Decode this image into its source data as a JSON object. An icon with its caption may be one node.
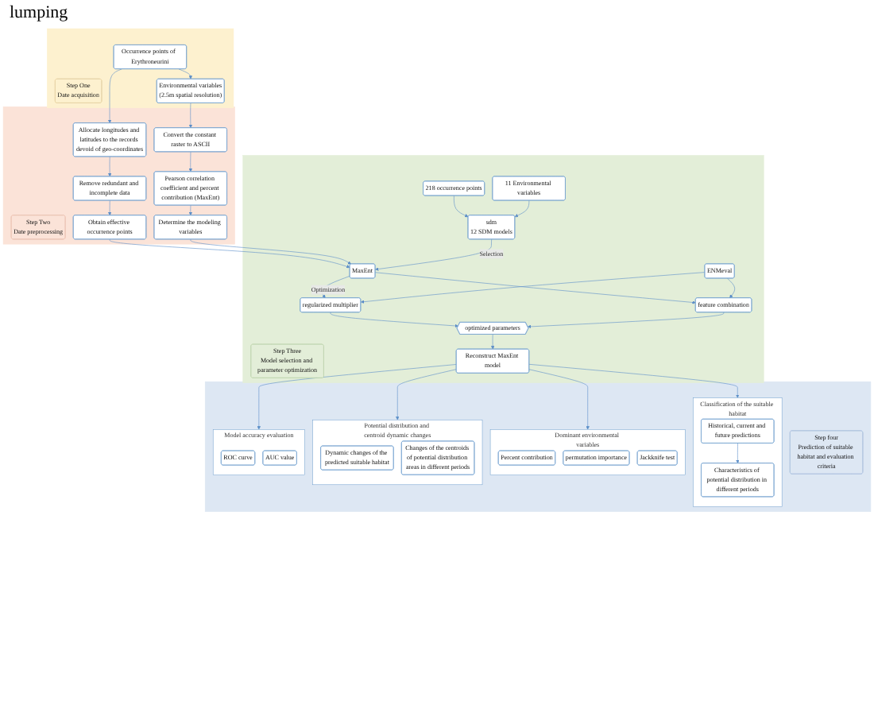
{
  "diagram": {
    "nodes": [
      {
        "text": [],
        "shape": "band"
      },
      {
        "text": [
          "Step One",
          "Date acquisition"
        ],
        "in": 0
      },
      {
        "text": [
          "Occurrence points of  Erythroneurini"
        ],
        "in": 0
      },
      {
        "text": [
          "Environmental variables",
          "(2.5m spatial resolution)"
        ],
        "in": 0
      },
      {
        "text": [],
        "shape": "band"
      },
      {
        "text": [
          "Step Two",
          "Date preprocessing"
        ],
        "in": 4
      },
      {
        "text": [
          "Allocate longitudes and latitudes to the records devoid of geo-coordinates"
        ],
        "in": 4
      },
      {
        "text": [
          "Convert the constant raster to ASCII"
        ],
        "in": 4
      },
      {
        "text": [
          "Remove redundant and incomplete data"
        ],
        "in": 4
      },
      {
        "text": [
          "Pearson correlation coefficient and percent contribution (MaxEnt)"
        ],
        "in": 4
      },
      {
        "text": [
          "Obtain effective occurrence points"
        ],
        "in": 4
      },
      {
        "text": [
          "Determine the modeling variables"
        ],
        "in": 4
      },
      {
        "text": [],
        "shape": "band"
      },
      {
        "text": [
          "Step Three",
          "Model selection and parameter optimization"
        ],
        "in": 12
      },
      {
        "text": [
          "218 occurrence points"
        ],
        "in": 12
      },
      {
        "text": [
          "11 Environmental variables"
        ],
        "in": 12
      },
      {
        "text": [
          "sdm",
          "12 SDM models"
        ],
        "in": 12
      },
      {
        "text": [
          "MaxEnt"
        ],
        "in": 12
      },
      {
        "text": [
          "ENMeval"
        ],
        "in": 12
      },
      {
        "text": [
          "regularized multiplier"
        ],
        "in": 12
      },
      {
        "text": [
          "feature combination"
        ],
        "in": 12
      },
      {
        "text": [
          "optimized parameters"
        ],
        "in": 12
      },
      {
        "text": [
          "Reconstruct MaxEnt model"
        ],
        "in": 12
      },
      {
        "text": [],
        "shape": "band"
      },
      {
        "text": [
          "Step four",
          "Prediction of suitable habitat and evaluation criteria"
        ],
        "in": 23
      },
      {
        "text": [
          "Classification of the suitable habitat"
        ],
        "in": 23
      },
      {
        "text": [
          "Historical, current and future predictions"
        ],
        "in": 25
      },
      {
        "text": [
          "Characteristics of potential distribution in different periods"
        ],
        "in": 25
      },
      {
        "text": [
          "Dominant environmental variables"
        ],
        "in": 23
      },
      {
        "text": [
          "Percent contribution"
        ],
        "in": 28
      },
      {
        "text": [
          "permutation importance"
        ],
        "in": 28
      },
      {
        "text": [
          "Jackknife test"
        ],
        "in": 28
      },
      {
        "text": [
          "Potential distribution and centroid dynamic changes"
        ],
        "in": 23
      },
      {
        "text": [
          "Dynamic changes of the predicted suitable habitat"
        ],
        "in": 32
      },
      {
        "text": [
          "Changes of the centroids of potential distribution areas in different periods"
        ],
        "in": 32
      },
      {
        "text": [
          "Model accuracy evaluation"
        ],
        "in": 23
      },
      {
        "text": [
          "ROC curve"
        ],
        "in": 35
      },
      {
        "text": [
          "AUC value"
        ],
        "in": 35
      }
    ],
    "edges": [
      {
        "from": 2,
        "to": 3,
        "arrow": "to"
      },
      {
        "from": 2,
        "to": 6,
        "arrow": "to"
      },
      {
        "from": 3,
        "to": 7,
        "arrow": "to"
      },
      {
        "from": 6,
        "to": 8,
        "arrow": "to"
      },
      {
        "from": 8,
        "to": 10,
        "arrow": "to"
      },
      {
        "from": 7,
        "to": 9,
        "arrow": "to"
      },
      {
        "from": 9,
        "to": 11,
        "arrow": "to"
      },
      {
        "from": 10,
        "to": 17,
        "arrow": "to"
      },
      {
        "from": 11,
        "to": 17,
        "arrow": "to"
      },
      {
        "from": 14,
        "to": 16,
        "arrow": "to"
      },
      {
        "from": 15,
        "to": 16,
        "arrow": "to"
      },
      {
        "from": 16,
        "to": 17,
        "label": "Selection",
        "arrow": "to"
      },
      {
        "from": 17,
        "to": 19,
        "label": "Optimization",
        "arrow": "to"
      },
      {
        "from": 17,
        "to": 20,
        "arrow": "to"
      },
      {
        "from": 18,
        "to": 19,
        "arrow": "to"
      },
      {
        "from": 18,
        "to": 20,
        "arrow": "to"
      },
      {
        "from": 19,
        "to": 21,
        "arrow": "to"
      },
      {
        "from": 20,
        "to": 21,
        "arrow": "to"
      },
      {
        "from": 21,
        "to": 22,
        "arrow": "to"
      },
      {
        "from": 22,
        "to": 25,
        "arrow": "to"
      },
      {
        "from": 22,
        "to": 28,
        "arrow": "to"
      },
      {
        "from": 22,
        "to": 32,
        "arrow": "to"
      },
      {
        "from": 22,
        "to": 35,
        "arrow": "to"
      },
      {
        "from": 26,
        "to": 27,
        "arrow": "to"
      }
    ],
    "labels": [
      "lumping"
    ]
  }
}
